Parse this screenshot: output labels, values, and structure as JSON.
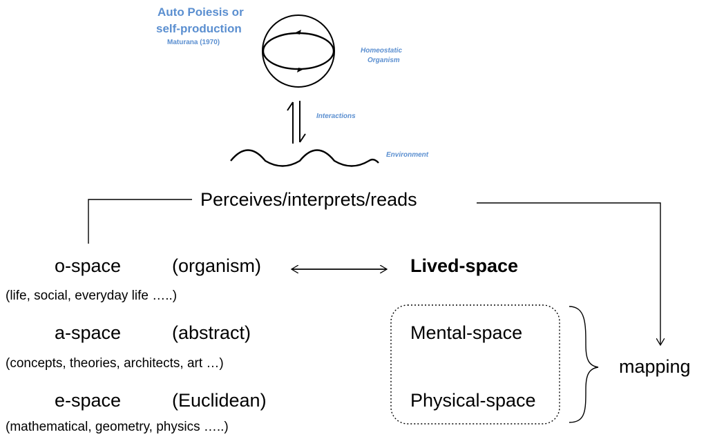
{
  "header": {
    "title_line1": "Auto Poiesis or",
    "title_line2": "self-production",
    "citation": "Maturana (1970)",
    "organism_line1": "Homeostatic",
    "organism_line2": "Organism",
    "interactions": "Interactions",
    "environment": "Environment"
  },
  "perceives": "Perceives/interprets/reads",
  "spaces": [
    {
      "name": "o-space",
      "type": "(organism)",
      "desc": "(life, social, everyday life …..)"
    },
    {
      "name": "a-space",
      "type": "(abstract)",
      "desc": "(concepts, theories, architects, art …)"
    },
    {
      "name": "e-space",
      "type": "(Euclidean)",
      "desc": "(mathematical, geometry, physics …..)"
    }
  ],
  "lived_space": "Lived-space",
  "mental_space": "Mental-space",
  "physical_space": "Physical-space",
  "mapping": "mapping",
  "colors": {
    "accent": "#5b8fd0",
    "text": "#000000"
  }
}
